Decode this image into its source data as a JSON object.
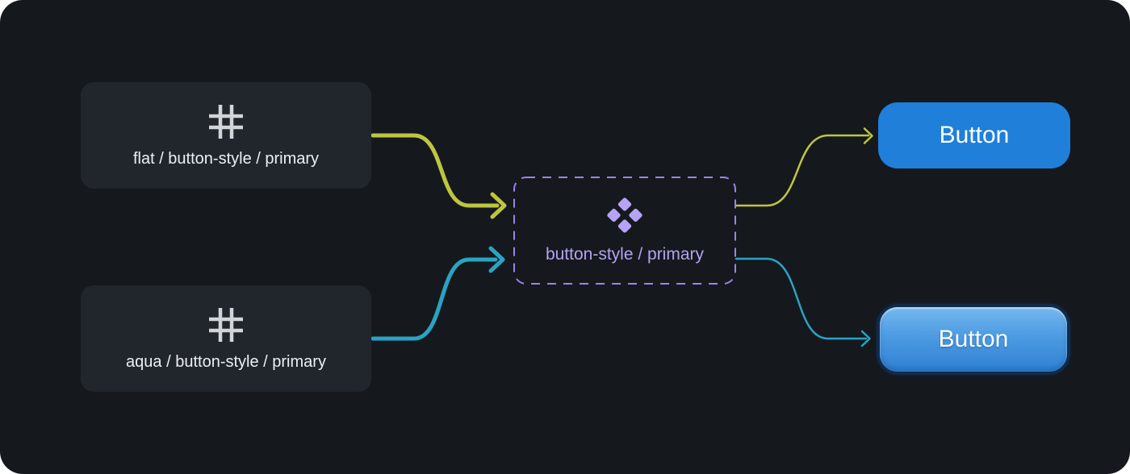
{
  "nodes": {
    "flat": {
      "label": "flat / button-style / primary",
      "icon": "grid-hash-icon"
    },
    "aqua": {
      "label": "aqua / button-style / primary",
      "icon": "grid-hash-icon"
    },
    "variable": {
      "label": "button-style / primary",
      "icon": "variables-diamonds-icon"
    }
  },
  "buttons": {
    "flat": {
      "label": "Button",
      "style": "flat"
    },
    "aqua": {
      "label": "Button",
      "style": "aqua"
    }
  },
  "colors": {
    "background": "#15191d",
    "card_bg": "#21262d",
    "card_text": "#edf0f2",
    "icon_gray": "#d2d5d8",
    "purple_accent": "#9c82f0",
    "purple_icon": "#b5a4f4",
    "purple_text": "#b3a2f3",
    "arrow_yellow": "#bdc63f",
    "arrow_teal": "#2aa3c4",
    "flat_button_blue": "#1f7fd9",
    "button_text": "#ffffff"
  }
}
